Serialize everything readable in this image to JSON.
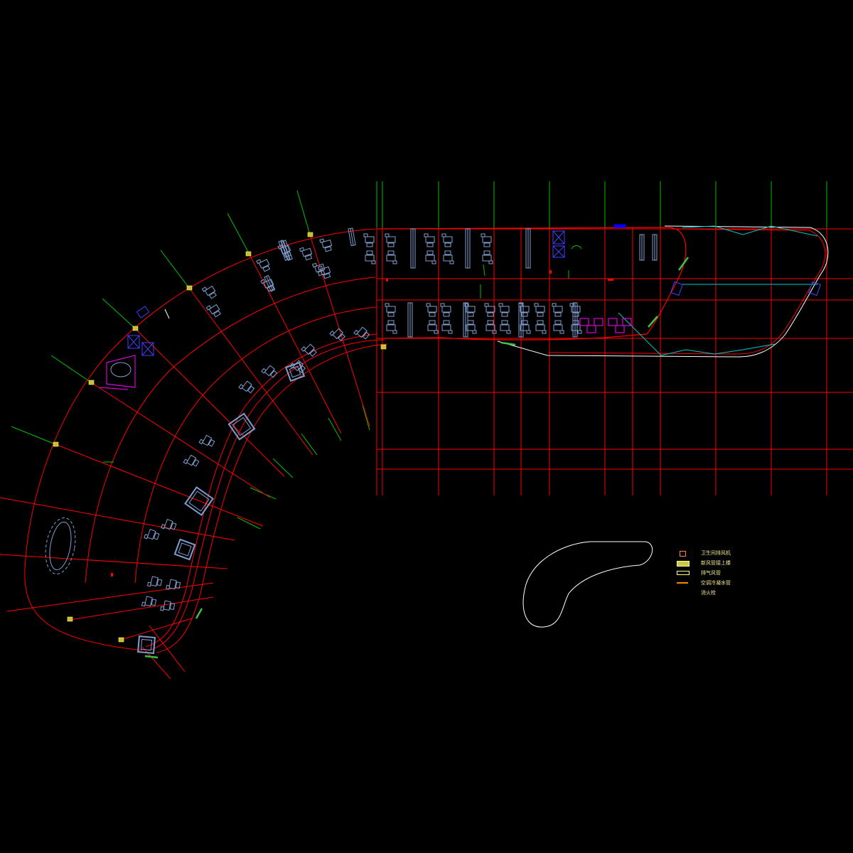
{
  "drawing": {
    "background_color": "#000000",
    "grid_color": "#ff0000",
    "axis_color": "#00c000",
    "furniture_color": "#7f9fd0",
    "outline_color": "#ffffff",
    "accent_magenta": "#ff00ff",
    "accent_blue": "#0000ff",
    "accent_cyan": "#00ffff"
  },
  "legend": {
    "items": [
      {
        "label": "卫生间排风机",
        "symbol": "small-box-orange",
        "color": "#ff8040"
      },
      {
        "label": "新风管接上楼",
        "symbol": "filled-bar-yellow",
        "color": "#c8c850"
      },
      {
        "label": "排气风管",
        "symbol": "outline-bar-yellow",
        "color": "#ffff80"
      },
      {
        "label": "空调冷凝水管",
        "symbol": "line-orange",
        "color": "#ff8000"
      },
      {
        "label": "消火栓",
        "symbol": "none",
        "color": "#ffffff"
      }
    ]
  }
}
